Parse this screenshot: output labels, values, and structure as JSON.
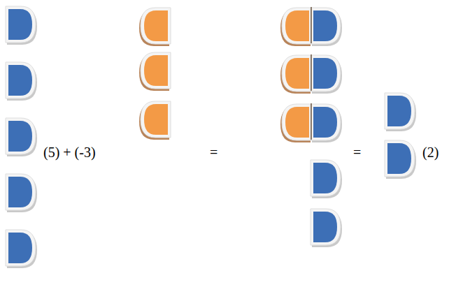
{
  "diagram": {
    "labels": [
      "(5) + (-3)",
      "=",
      "=",
      "(2)"
    ]
  }
}
